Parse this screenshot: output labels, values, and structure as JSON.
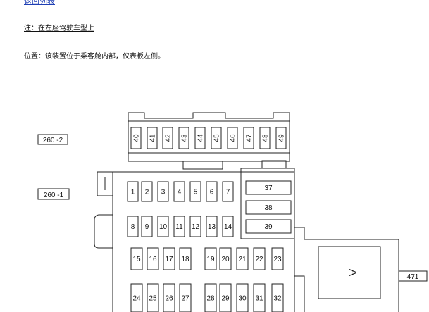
{
  "header": {
    "top_link": "返回列表",
    "note": "注：在左座驾驶车型上",
    "location": "位置：该装置位于乘客舱内部，仪表板左侧。"
  },
  "connector_labels": [
    "260 -2",
    "260 -1",
    "471"
  ],
  "relay_label": "A",
  "fuses": {
    "top_row": [
      "40",
      "41",
      "42",
      "43",
      "44",
      "45",
      "46",
      "47",
      "48",
      "49"
    ],
    "row1": [
      "1",
      "2",
      "3",
      "4",
      "5",
      "6",
      "7"
    ],
    "row2": [
      "8",
      "9",
      "10",
      "11",
      "12",
      "13",
      "14"
    ],
    "row3": [
      "15",
      "16",
      "17",
      "18",
      "19",
      "20",
      "21",
      "22",
      "23"
    ],
    "row4": [
      "24",
      "25",
      "26",
      "27",
      "28",
      "29",
      "30",
      "31",
      "32"
    ],
    "maxi": [
      "37",
      "38",
      "39"
    ]
  }
}
